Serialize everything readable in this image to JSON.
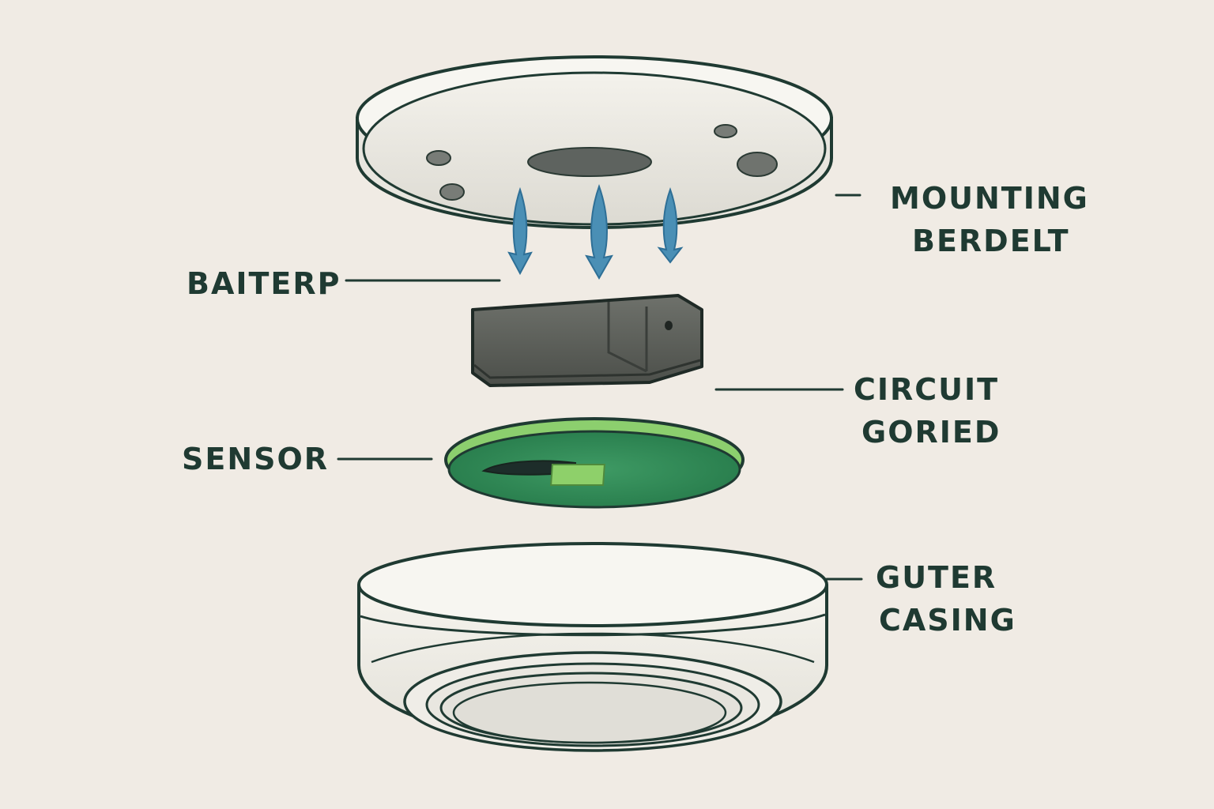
{
  "labels": {
    "mounting": {
      "line1": "MOUNTING",
      "line2": "BERDELT"
    },
    "battery": {
      "text": "BAITERP"
    },
    "circuit": {
      "line1": "CIRCUIT",
      "line2": "GORIED"
    },
    "sensor": {
      "text": "SENSOR"
    },
    "casing": {
      "line1": "GUTER",
      "line2": "CASING"
    }
  },
  "colors": {
    "background": "#f0ebe4",
    "ink": "#1f3a32",
    "arrow": "#4a8fb5",
    "board": "#2f8a57",
    "board_rim": "#8ccf6e",
    "battery": "#5c5f5a",
    "plastic": "#ece9e1"
  },
  "icons": [
    "mounting-bracket-drawing",
    "battery-drawing",
    "circuit-board-drawing",
    "outer-casing-drawing",
    "arrow-down-icon"
  ]
}
